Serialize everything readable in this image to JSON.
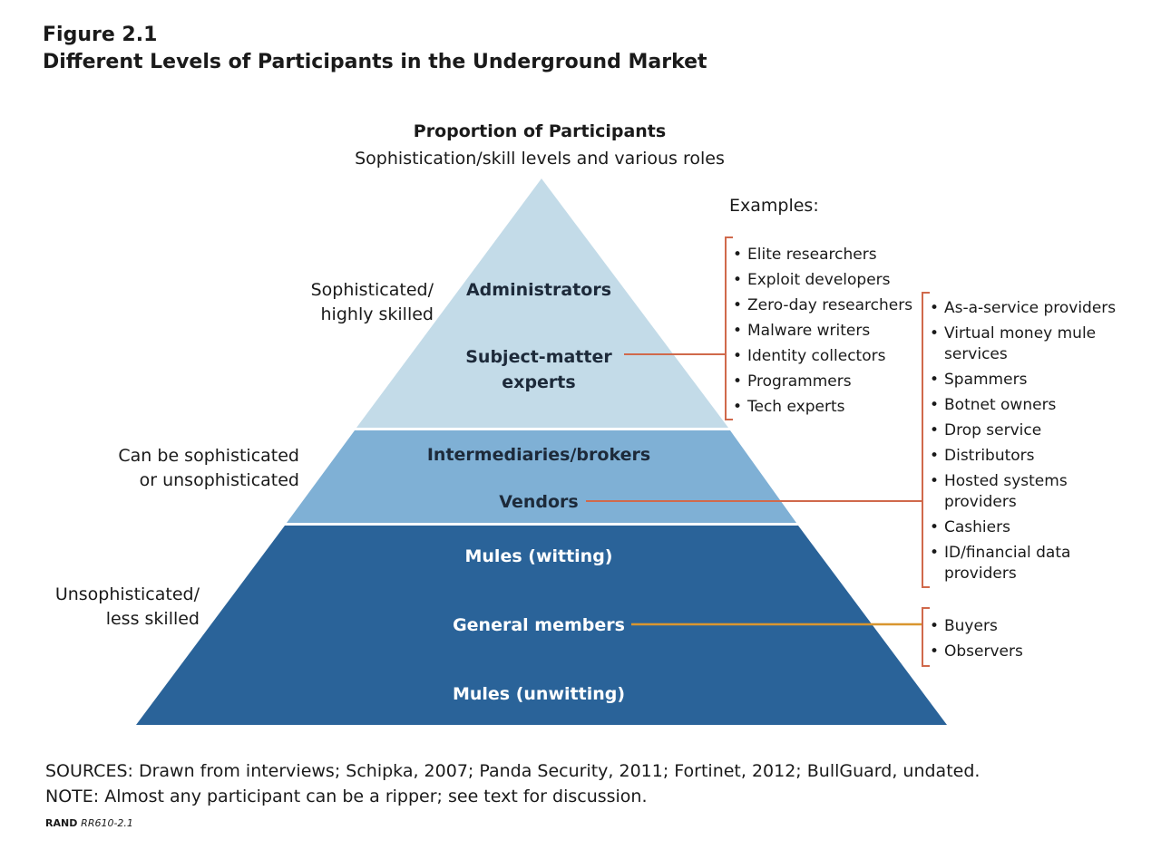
{
  "figure": {
    "number": "Figure 2.1",
    "title": "Different Levels of Participants in the Underground Market"
  },
  "pyramid": {
    "title": "Proportion of Participants",
    "subtitle": "Sophistication/skill levels and various roles",
    "colors": {
      "top": "#c3dbe8",
      "middle": "#7fb0d5",
      "bottom": "#2a6399",
      "connector": "#d0694b",
      "connector_gold": "#d9962f"
    },
    "side_labels": [
      {
        "line1": "Sophisticated/",
        "line2": "highly skilled"
      },
      {
        "line1": "Can be sophisticated",
        "line2": "or unsophisticated"
      },
      {
        "line1": "Unsophisticated/",
        "line2": "less skilled"
      }
    ],
    "tiers": {
      "administrators": "Administrators",
      "sme_line1": "Subject-matter",
      "sme_line2": "experts",
      "brokers": "Intermediaries/brokers",
      "vendors": "Vendors",
      "mules_witting": "Mules (witting)",
      "general_members": "General members",
      "mules_unwitting": "Mules (unwitting)"
    }
  },
  "examples": {
    "title": "Examples:",
    "sme_examples": [
      "Elite researchers",
      "Exploit developers",
      "Zero-day researchers",
      "Malware writers",
      "Identity collectors",
      "Programmers",
      "Tech experts"
    ],
    "vendor_examples": [
      {
        "line1": "As-a-service providers",
        "line2": ""
      },
      {
        "line1": "Virtual money mule",
        "line2": "services"
      },
      {
        "line1": "Spammers",
        "line2": ""
      },
      {
        "line1": "Botnet owners",
        "line2": ""
      },
      {
        "line1": "Drop service",
        "line2": ""
      },
      {
        "line1": "Distributors",
        "line2": ""
      },
      {
        "line1": "Hosted systems",
        "line2": "providers"
      },
      {
        "line1": "Cashiers",
        "line2": ""
      },
      {
        "line1": "ID/financial data",
        "line2": "providers"
      }
    ],
    "member_examples": [
      "Buyers",
      "Observers"
    ]
  },
  "footer": {
    "sources": "SOURCES: Drawn from interviews; Schipka, 2007; Panda Security, 2011; Fortinet, 2012; BullGuard, undated.",
    "note": "NOTE: Almost any participant can be a ripper; see text for discussion.",
    "credit_org": "RAND",
    "credit_code": "RR610-2.1"
  }
}
